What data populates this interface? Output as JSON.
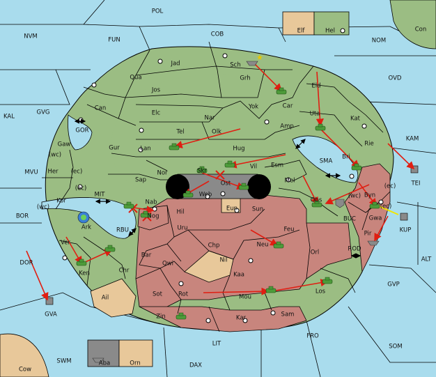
{
  "colors": {
    "sea": "#a9dced",
    "neutral_land": "#9bbd83",
    "red_power": "#c8857d",
    "tan_power": "#e8c89a",
    "gray_power": "#8a8a8a",
    "order_arrow": "#e01e12",
    "support_line": "#f2e600"
  },
  "sea_labels": [
    {
      "id": "POL",
      "text": "POL"
    },
    {
      "id": "NVM",
      "text": "NVM"
    },
    {
      "id": "FUN",
      "text": "FUN"
    },
    {
      "id": "COB",
      "text": "COB"
    },
    {
      "id": "NOM",
      "text": "NOM"
    },
    {
      "id": "OVD",
      "text": "OVD"
    },
    {
      "id": "KAL",
      "text": "KAL"
    },
    {
      "id": "GVG",
      "text": "GVG"
    },
    {
      "id": "GOR",
      "text": "GOR"
    },
    {
      "id": "KAM",
      "text": "KAM"
    },
    {
      "id": "SMA",
      "text": "SMA"
    },
    {
      "id": "MVU",
      "text": "MVU"
    },
    {
      "id": "MIT",
      "text": "MIT"
    },
    {
      "id": "BOR",
      "text": "BOR"
    },
    {
      "id": "RBU",
      "text": "RBU"
    },
    {
      "id": "BUC",
      "text": "BUC"
    },
    {
      "id": "ROD",
      "text": "ROD"
    },
    {
      "id": "ALT",
      "text": "ALT"
    },
    {
      "id": "DOR",
      "text": "DOR"
    },
    {
      "id": "GVP",
      "text": "GVP"
    },
    {
      "id": "FRO",
      "text": "FRO"
    },
    {
      "id": "SOM",
      "text": "SOM"
    },
    {
      "id": "LIT",
      "text": "LIT"
    },
    {
      "id": "SWM",
      "text": "SWM"
    },
    {
      "id": "DAX",
      "text": "DAX"
    }
  ],
  "land_labels": [
    {
      "id": "Jad",
      "text": "Jad"
    },
    {
      "id": "Sch",
      "text": "Sch"
    },
    {
      "id": "Qua",
      "text": "Qua"
    },
    {
      "id": "Jos",
      "text": "Jos"
    },
    {
      "id": "Grh",
      "text": "Grh"
    },
    {
      "id": "Eld",
      "text": "Eld"
    },
    {
      "id": "Can",
      "text": "Can"
    },
    {
      "id": "Elc",
      "text": "Elc"
    },
    {
      "id": "Nar",
      "text": "Nar"
    },
    {
      "id": "Yok",
      "text": "Yok"
    },
    {
      "id": "Car",
      "text": "Car"
    },
    {
      "id": "Uta",
      "text": "Uta"
    },
    {
      "id": "Kat",
      "text": "Kat"
    },
    {
      "id": "Tel",
      "text": "Tel"
    },
    {
      "id": "Olk",
      "text": "Olk"
    },
    {
      "id": "Amp",
      "text": "Amp"
    },
    {
      "id": "Gaw",
      "text": "Gaw"
    },
    {
      "id": "Gur",
      "text": "Gur"
    },
    {
      "id": "Lan",
      "text": "Lan"
    },
    {
      "id": "Hug",
      "text": "Hug"
    },
    {
      "id": "Rie",
      "text": "Rie"
    },
    {
      "id": "Bri",
      "text": "Bri"
    },
    {
      "id": "Her",
      "text": "Her"
    },
    {
      "id": "Nor",
      "text": "Nor"
    },
    {
      "id": "Vil",
      "text": "Vil"
    },
    {
      "id": "Esm",
      "text": "Esm"
    },
    {
      "id": "Skr",
      "text": "Skr"
    },
    {
      "id": "Sap",
      "text": "Sap"
    },
    {
      "id": "Ost",
      "text": "Ost"
    },
    {
      "id": "Mel",
      "text": "Mel"
    },
    {
      "id": "Kor",
      "text": "Kor"
    },
    {
      "id": "Web",
      "text": "Web"
    },
    {
      "id": "Byn",
      "text": "Byn"
    },
    {
      "id": "Nab",
      "text": "Nab"
    },
    {
      "id": "Eun",
      "text": "Eun"
    },
    {
      "id": "Sun",
      "text": "Sun"
    },
    {
      "id": "Obs",
      "text": "Obs"
    },
    {
      "id": "Nog",
      "text": "Nog"
    },
    {
      "id": "Hil",
      "text": "Hil"
    },
    {
      "id": "Ark",
      "text": "Ark"
    },
    {
      "id": "Gwa",
      "text": "Gwa"
    },
    {
      "id": "Uru",
      "text": "Uru"
    },
    {
      "id": "Feu",
      "text": "Feu"
    },
    {
      "id": "Pir",
      "text": "Pir"
    },
    {
      "id": "Ver",
      "text": "Ver"
    },
    {
      "id": "Chp",
      "text": "Chp"
    },
    {
      "id": "Neu",
      "text": "Neu"
    },
    {
      "id": "Orl",
      "text": "Orl"
    },
    {
      "id": "Bar",
      "text": "Bar"
    },
    {
      "id": "Qwi",
      "text": "Qwi"
    },
    {
      "id": "Nil",
      "text": "Nil"
    },
    {
      "id": "Ken",
      "text": "Ken"
    },
    {
      "id": "Chr",
      "text": "Chr"
    },
    {
      "id": "Kaa",
      "text": "Kaa"
    },
    {
      "id": "Ail",
      "text": "Ail"
    },
    {
      "id": "Sot",
      "text": "Sot"
    },
    {
      "id": "Rot",
      "text": "Rot"
    },
    {
      "id": "Mou",
      "text": "Mou"
    },
    {
      "id": "Los",
      "text": "Los"
    },
    {
      "id": "Zin",
      "text": "Zin"
    },
    {
      "id": "Kar",
      "text": "Kar"
    },
    {
      "id": "Sam",
      "text": "Sam"
    },
    {
      "id": "TEI",
      "text": "TEI"
    },
    {
      "id": "KUP",
      "text": "KUP"
    },
    {
      "id": "GVA",
      "text": "GVA"
    }
  ],
  "coast_labels": [
    {
      "id": "gaw_wc",
      "text": "(wc)"
    },
    {
      "id": "gaw_ec",
      "text": "(ec)"
    },
    {
      "id": "kor_ec",
      "text": "(ec)"
    },
    {
      "id": "kor_wc",
      "text": "(wc)"
    },
    {
      "id": "byn_ec",
      "text": "(ec)"
    },
    {
      "id": "byn_wc",
      "text": "(wc)"
    },
    {
      "id": "gwa_ec",
      "text": "(ec)"
    }
  ],
  "corner_lands": [
    {
      "id": "Elf",
      "text": "Elf"
    },
    {
      "id": "Hel",
      "text": "Hel"
    },
    {
      "id": "Con",
      "text": "Con"
    },
    {
      "id": "Cow",
      "text": "Cow"
    },
    {
      "id": "Aba",
      "text": "Aba"
    },
    {
      "id": "Orn",
      "text": "Orn"
    }
  ]
}
